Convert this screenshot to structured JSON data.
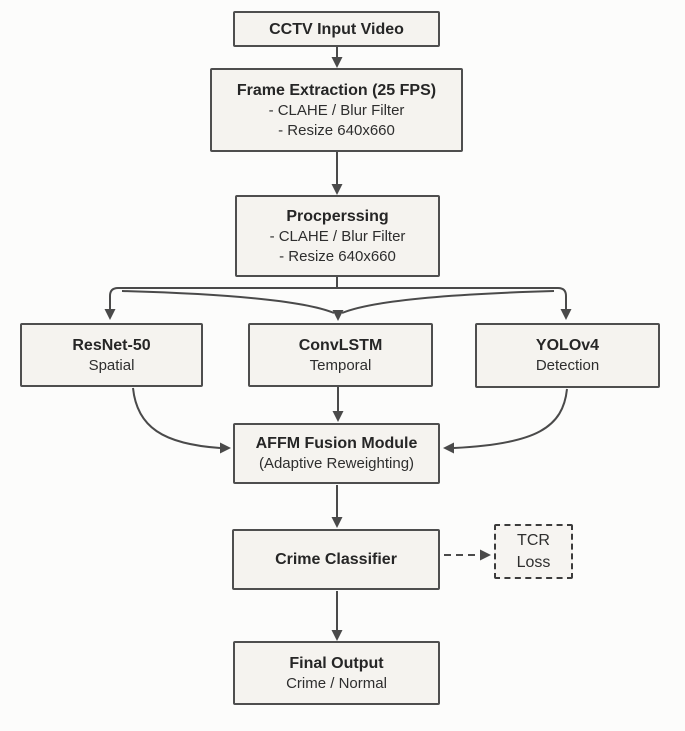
{
  "diagram": {
    "title": "Crime detection pipeline flowchart",
    "colors": {
      "background": "#fcfcfb",
      "box_fill": "#f5f3ef",
      "box_border": "#4e4e4e",
      "connector": "#4a4a4a",
      "text": "#262626"
    },
    "nodes": {
      "cctv": {
        "title": "CCTV Input Video"
      },
      "frame_extraction": {
        "title": "Frame Extraction (25 FPS)",
        "line1": "- CLAHE / Blur Filter",
        "line2": "- Resize 640x660"
      },
      "preprocessing": {
        "title": "Procperssing",
        "line1": "- CLAHE / Blur Filter",
        "line2": "- Resize 640x660"
      },
      "resnet": {
        "title": "ResNet-50",
        "subtitle": "Spatial"
      },
      "convlstm": {
        "title": "ConvLSTM",
        "subtitle": "Temporal"
      },
      "yolov4": {
        "title": "YOLOv4",
        "subtitle": "Detection"
      },
      "affm": {
        "title": "AFFM Fusion Module",
        "subtitle": "(Adaptive Reweighting)"
      },
      "crime_classifier": {
        "title": "Crime Classifier"
      },
      "tcr_loss": {
        "line1": "TCR",
        "line2": "Loss"
      },
      "final_output": {
        "title": "Final Output",
        "subtitle": "Crime / Normal"
      }
    }
  }
}
